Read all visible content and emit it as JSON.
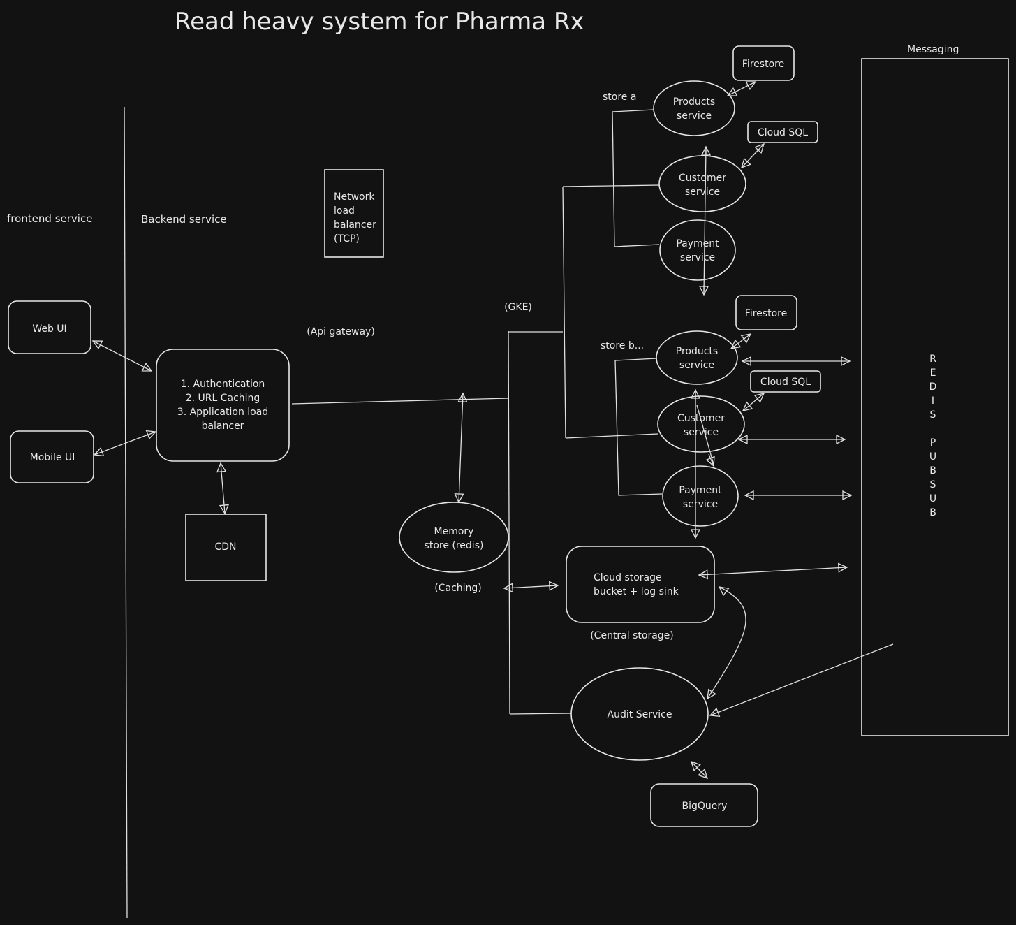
{
  "title": "Read heavy system for Pharma Rx",
  "sections": {
    "frontend": "frontend service",
    "backend": "Backend service",
    "messaging": "Messaging"
  },
  "nodes": {
    "web_ui": "Web UI",
    "mobile_ui": "Mobile UI",
    "gateway_lines": [
      "1. Authentication",
      "2. URL Caching",
      "3. Application load",
      "balancer"
    ],
    "api_gateway": "(Api gateway)",
    "cdn": "CDN",
    "nlb_lines": [
      "Network",
      "load",
      "balancer",
      "(TCP)"
    ],
    "gke": "(GKE)",
    "memory_store_lines": [
      "Memory",
      "store (redis)"
    ],
    "caching": "(Caching)",
    "store_a": "store a",
    "store_b": "store b...",
    "products_service": [
      "Products",
      "service"
    ],
    "customer_service": [
      "Customer",
      "service"
    ],
    "payment_service": [
      "Payment",
      "service"
    ],
    "firestore": "Firestore",
    "cloud_sql": "Cloud SQL",
    "cloud_storage_lines": [
      "Cloud storage",
      "bucket + log sink"
    ],
    "central_storage": "(Central storage)",
    "audit_service": "Audit Service",
    "bigquery": "BigQuery",
    "redis_pubsub": "REDIS PUBSUB"
  }
}
